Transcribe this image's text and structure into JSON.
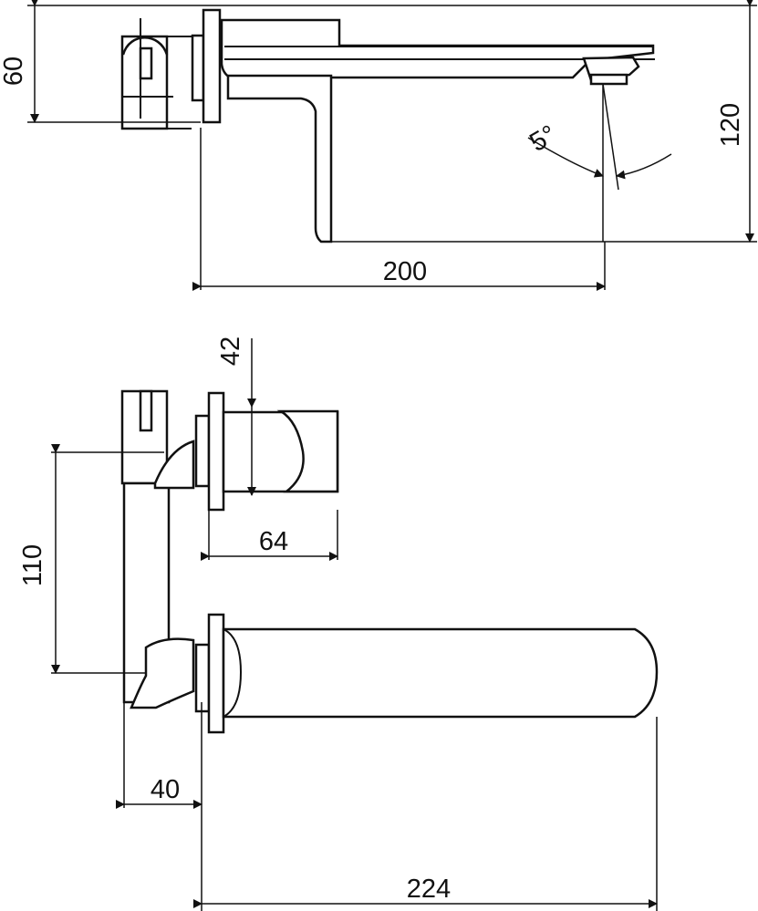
{
  "drawing": {
    "dimensions": {
      "height_60": "60",
      "height_120": "120",
      "length_200": "200",
      "angle_5": "5°",
      "handle_42": "42",
      "handle_64": "64",
      "spacing_110": "110",
      "offset_40": "40",
      "length_224": "224"
    },
    "colors": {
      "line": "#111111",
      "background": "#ffffff"
    }
  }
}
